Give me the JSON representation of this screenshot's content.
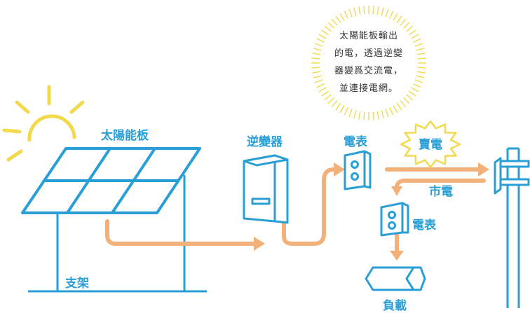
{
  "labels": {
    "solar_panel": "太陽能板",
    "support": "支架",
    "inverter": "逆變器",
    "meter_top": "電表",
    "meter_bottom": "電表",
    "sell": "賣電",
    "grid_power": "市電",
    "load": "負載"
  },
  "note": {
    "lines": [
      "太陽能板輸出",
      "的電，透過逆變",
      "器變爲交流電，",
      "並連接電網。"
    ]
  },
  "colors": {
    "blue": "#2a9fd6",
    "orange": "#f2b07a",
    "sun": "#f2d94e"
  }
}
